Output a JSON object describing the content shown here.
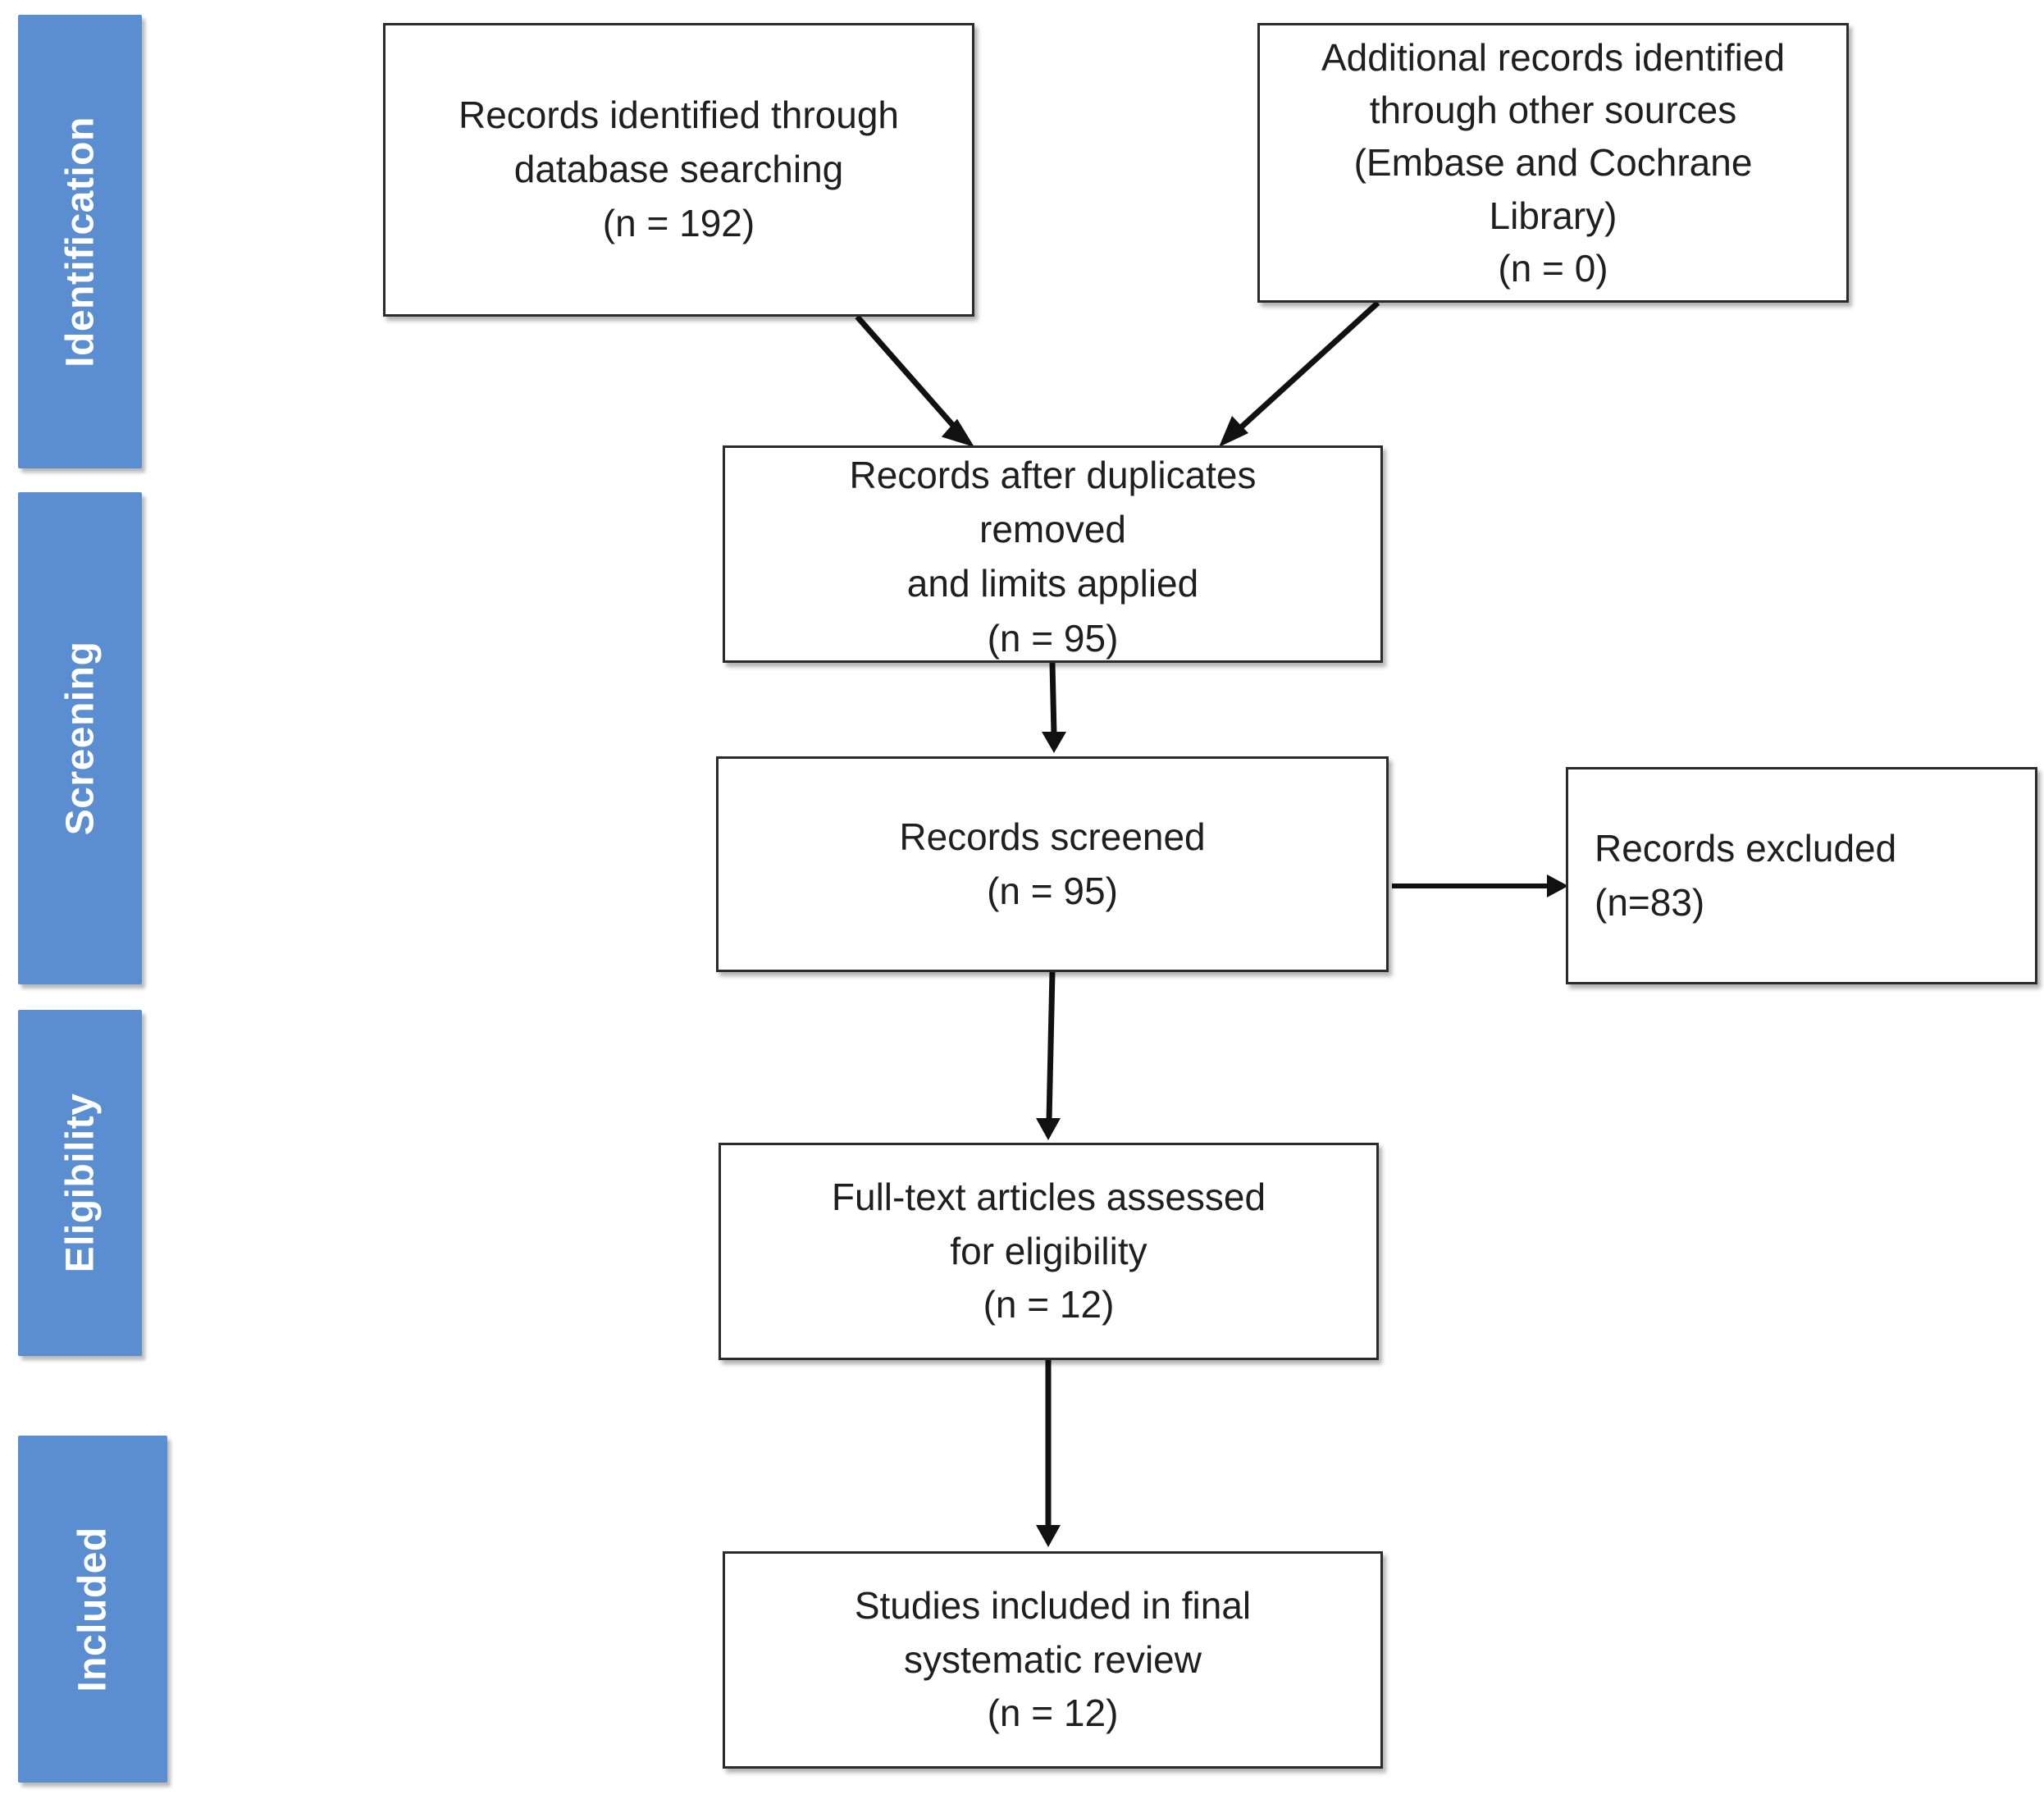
{
  "stages": {
    "identification": "Identification",
    "screening": "Screening",
    "eligibility": "Eligibility",
    "included": "Included"
  },
  "boxes": {
    "database": {
      "lines": [
        "Records identified through",
        "database searching",
        "(n = 192)"
      ]
    },
    "other_sources": {
      "lines": [
        "Additional records identified",
        "through other sources",
        "(Embase and Cochrane",
        "Library)",
        "(n = 0)"
      ]
    },
    "deduplicated": {
      "lines": [
        "Records after duplicates",
        "removed",
        "and limits applied",
        "(n = 95)"
      ]
    },
    "screened": {
      "lines": [
        "Records screened",
        "(n = 95)"
      ]
    },
    "excluded": {
      "lines": [
        "Records excluded",
        "(n=83)"
      ]
    },
    "full_text": {
      "lines": [
        "Full-text articles assessed",
        "for eligibility",
        "(n = 12)"
      ]
    },
    "included": {
      "lines": [
        "Studies included in final",
        "systematic review",
        "(n = 12)"
      ]
    }
  },
  "colors": {
    "stage_fill": "#5b8ed0",
    "stage_text": "#ffffff",
    "box_border": "#2b2b2b",
    "arrow": "#111111"
  }
}
